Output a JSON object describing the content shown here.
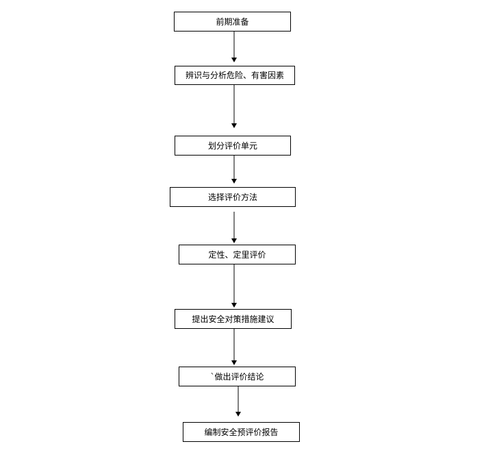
{
  "flowchart": {
    "steps": [
      {
        "label": "前期准备"
      },
      {
        "label": "辨识与分析危险、有害因素"
      },
      {
        "label": "划分评价单元"
      },
      {
        "label": "选择评价方法"
      },
      {
        "label": "定性、定里评价"
      },
      {
        "label": "提出安全对策措施建议"
      },
      {
        "label": "`做出评价结论"
      },
      {
        "label": "编制安全预评价报告"
      }
    ]
  },
  "colors": {
    "line": "#000000",
    "box_border": "#000000",
    "background": "#ffffff"
  }
}
